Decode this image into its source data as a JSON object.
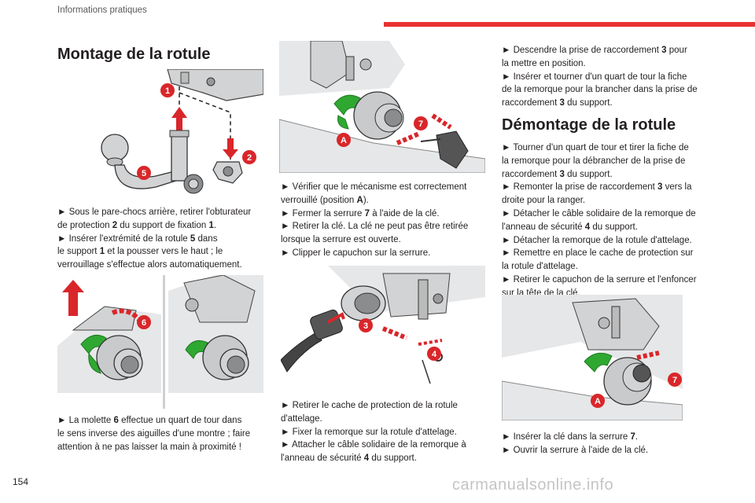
{
  "header": {
    "section_title": "Informations pratiques",
    "page_number": "154"
  },
  "watermark": "carmanualsonline.info",
  "colors": {
    "accent_red": "#e8312f",
    "arrow_red": "#d9262a",
    "arrow_green": "#2fa832",
    "metal_grey": "#d2d3d5"
  },
  "col1": {
    "title": "Montage de la rotule",
    "para1": [
      "► Sous le pare-chocs arrière, retirer l'obturateur",
      "de protection ",
      "2",
      " du support de fixation ",
      "1",
      ".",
      "► Insérer l'extrémité de la rotule ",
      "5",
      " dans",
      "le support ",
      "1",
      " et la pousser vers le haut ; le",
      "verrouillage s'effectue alors automatiquement."
    ],
    "para2": [
      "► La molette ",
      "6",
      " effectue un quart de tour dans",
      "le sens inverse des aiguilles d'une montre ; faire",
      "attention à ne pas laisser la main à proximité !"
    ]
  },
  "col2": {
    "para1": [
      "► Vérifier que le mécanisme est correctement",
      "verrouillé (position ",
      "A",
      ").",
      "► Fermer la serrure ",
      "7",
      " à l'aide de la clé.",
      "► Retirer la clé. La clé ne peut pas être retirée",
      "lorsque la serrure est ouverte.",
      "► Clipper le capuchon sur la serrure."
    ],
    "para2": [
      "► Retirer le cache de protection de la rotule",
      "d'attelage.",
      "► Fixer la remorque sur la rotule d'attelage.",
      "► Attacher le câble solidaire de la remorque à",
      "l'anneau de sécurité ",
      "4",
      " du support."
    ]
  },
  "col3": {
    "para1": [
      "► Descendre la prise de raccordement ",
      "3",
      " pour",
      "la mettre en position.",
      "► Insérer et tourner d'un quart de tour la fiche",
      "de la remorque pour la brancher dans la prise de",
      "raccordement ",
      "3",
      " du support."
    ],
    "title": "Démontage de la rotule",
    "para2": [
      "► Tourner d'un quart de tour et tirer la fiche de",
      "la remorque pour la débrancher de la prise de",
      "raccordement ",
      "3",
      " du support.",
      "► Remonter la prise de raccordement ",
      "3",
      " vers la",
      "droite pour la ranger.",
      "► Détacher le câble solidaire de la remorque de",
      "l'anneau de sécurité ",
      "4",
      " du support.",
      "► Détacher la remorque de la rotule d'attelage.",
      "► Remettre en place le cache de protection sur",
      "la rotule d'attelage.",
      "► Retirer le capuchon de la serrure et l'enfoncer",
      "sur la tête de la clé."
    ],
    "para3": [
      "► Insérer la clé dans la serrure ",
      "7",
      ".",
      "► Ouvrir la serrure à l'aide de la clé."
    ]
  },
  "callouts": {
    "c1": "1",
    "c2": "2",
    "c3": "3",
    "c4": "4",
    "c5": "5",
    "c6": "6",
    "c7": "7",
    "cA": "A"
  }
}
